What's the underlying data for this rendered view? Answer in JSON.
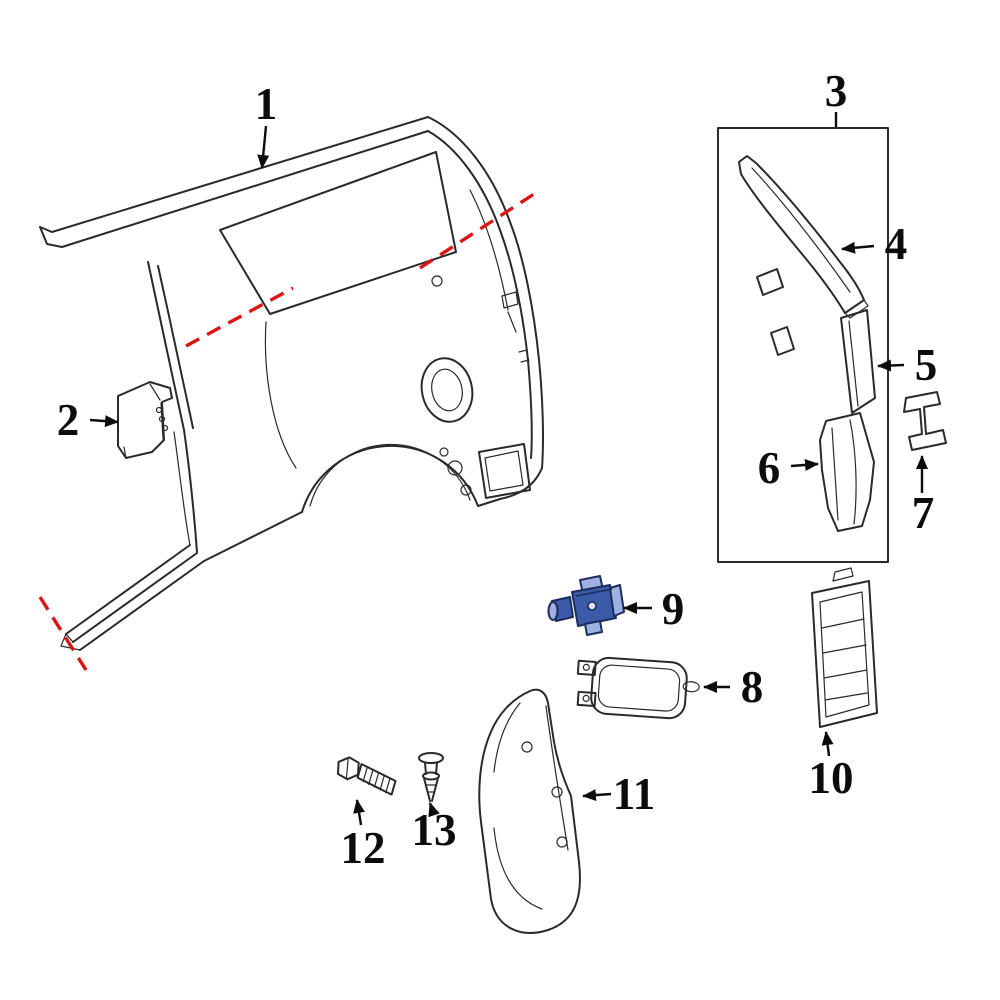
{
  "diagram": {
    "callouts": [
      {
        "label": "1"
      },
      {
        "label": "2"
      },
      {
        "label": "3"
      },
      {
        "label": "4"
      },
      {
        "label": "5"
      },
      {
        "label": "6"
      },
      {
        "label": "7"
      },
      {
        "label": "8"
      },
      {
        "label": "9"
      },
      {
        "label": "10"
      },
      {
        "label": "11"
      },
      {
        "label": "12"
      },
      {
        "label": "13"
      }
    ],
    "highlighted_callout": "9"
  },
  "colors": {
    "background": "#ffffff",
    "line": "#2a2a2a",
    "label": "#0c0c0c",
    "dash": "#dc1414",
    "highlight": "#3b5aa8",
    "highlight-dark": "#1c2c5e",
    "highlight-light": "#9fb1e0"
  }
}
